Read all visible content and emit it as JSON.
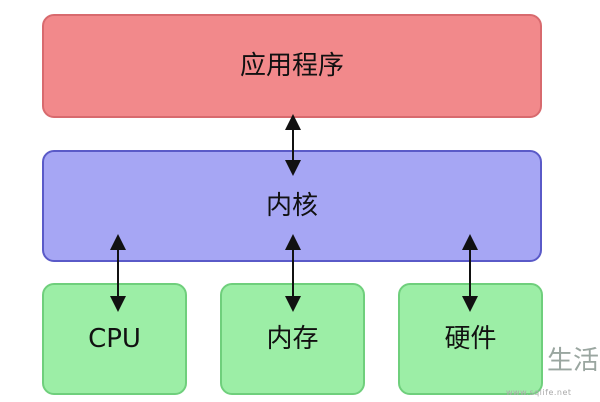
{
  "layers": {
    "app": "应用程序",
    "kernel": "内核"
  },
  "hardware": [
    {
      "label": "CPU"
    },
    {
      "label": "内存"
    },
    {
      "label": "硬件"
    }
  ],
  "watermark": {
    "text": "生活",
    "url": "www.sqlife.net"
  },
  "colors": {
    "app": "#f2898b",
    "kernel": "#a6a6f4",
    "hardware": "#9ceea6"
  }
}
